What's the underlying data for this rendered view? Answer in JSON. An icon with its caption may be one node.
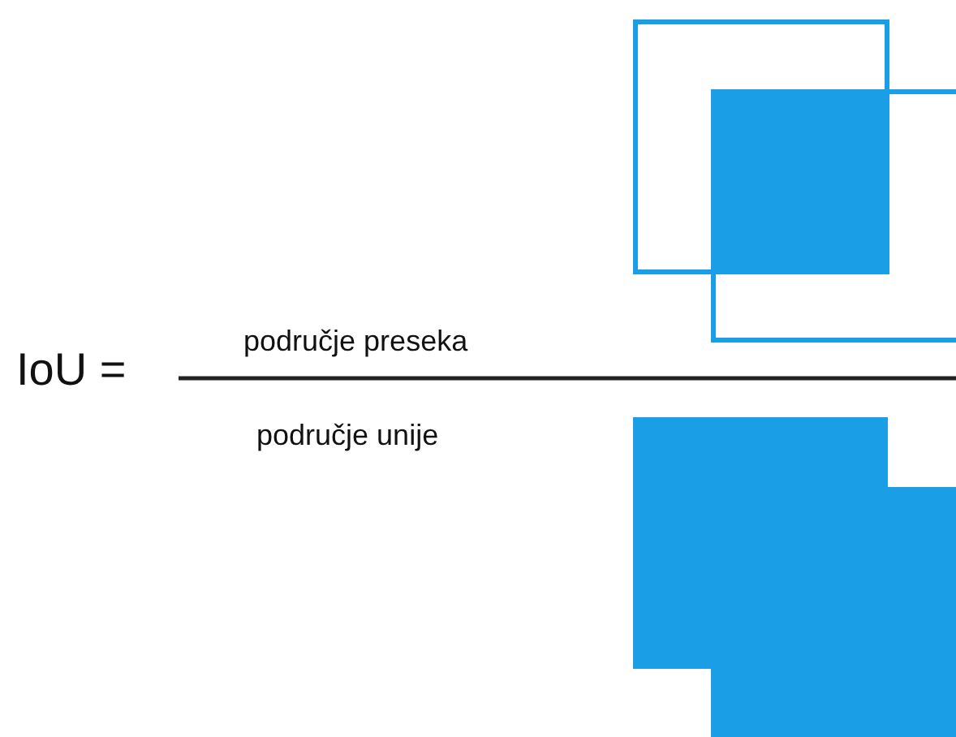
{
  "diagram": {
    "labels": [
      "IoU =",
      "područje preseka",
      "područje unije"
    ]
  }
}
